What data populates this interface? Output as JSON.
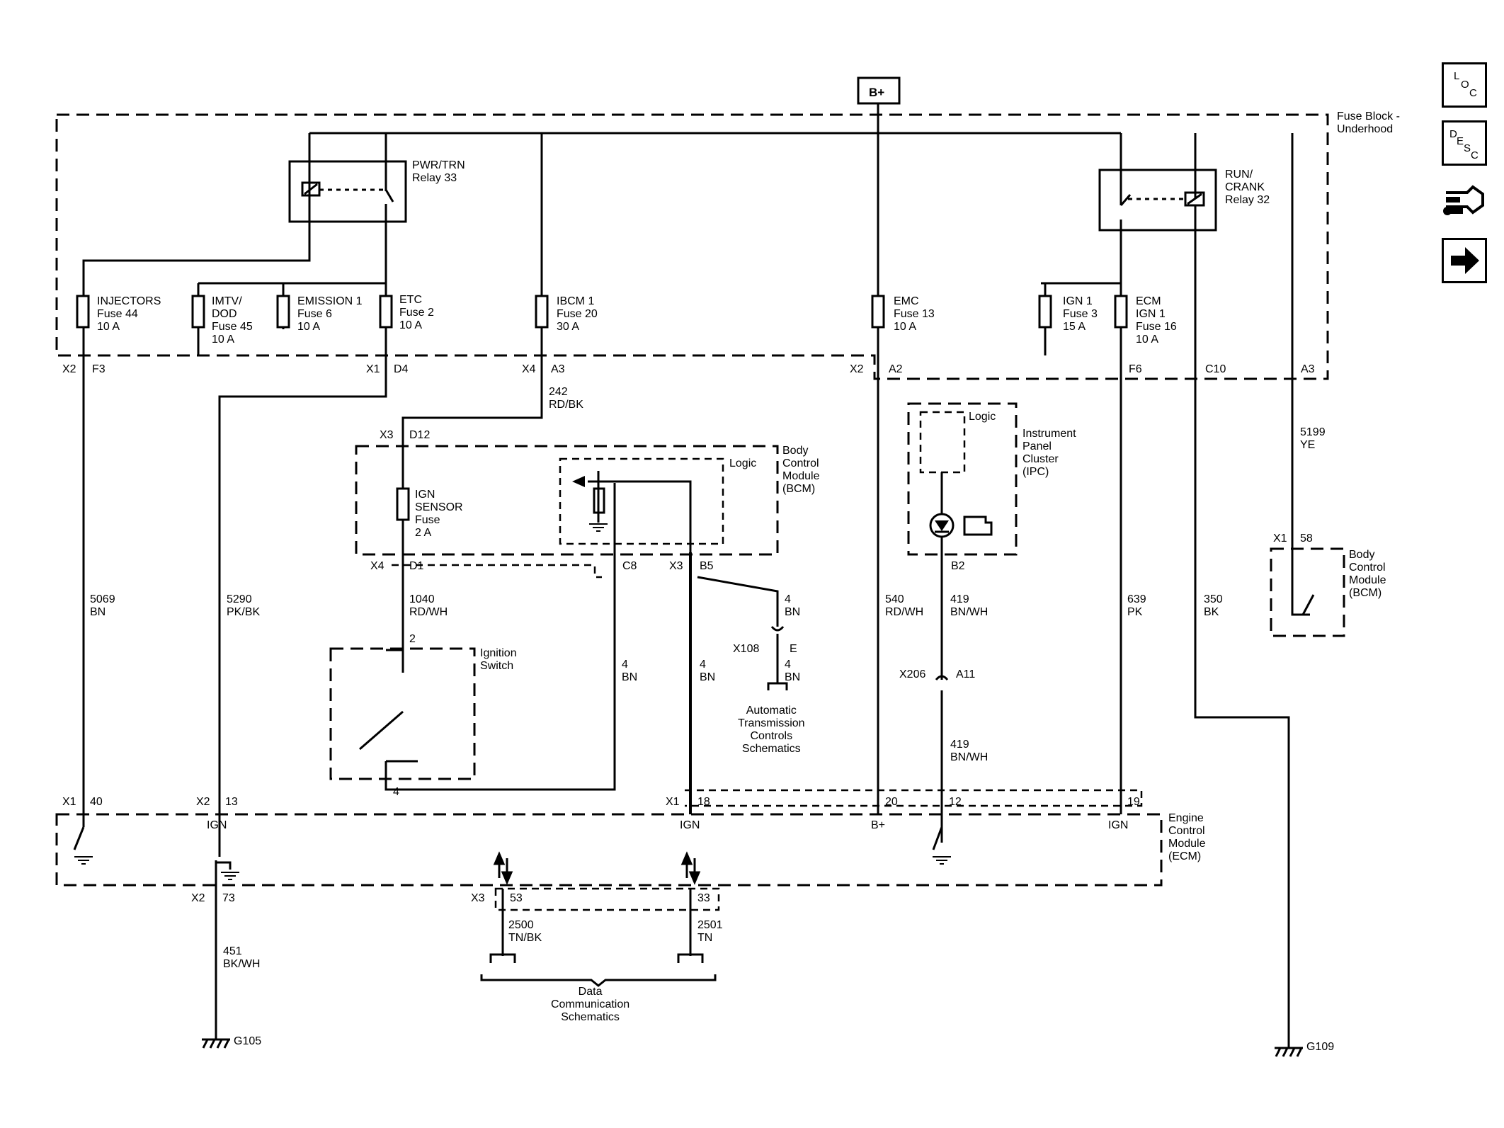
{
  "title_box": "B+",
  "fuse_block": "Fuse Block -\nUnderhood",
  "relays": {
    "pwr": "PWR/TRN\nRelay 33",
    "run": "RUN/\nCRANK\nRelay 32"
  },
  "fuses": {
    "injectors": "INJECTORS\nFuse 44\n10 A",
    "imtv": "IMTV/\nDOD\nFuse 45\n10 A",
    "emission": "EMISSION 1\nFuse 6\n10 A",
    "etc": "ETC\nFuse 2\n10 A",
    "ibcm": "IBCM 1\nFuse 20\n30 A",
    "emc": "EMC\nFuse 13\n10 A",
    "ign1": "IGN 1\nFuse 3\n15 A",
    "ecm": "ECM\nIGN 1\nFuse 16\n10 A",
    "ign_sensor": "IGN\nSENSOR\nFuse\n2 A"
  },
  "connectors": {
    "x2_f3": "X2",
    "f3": "F3",
    "x1_d4": "X1",
    "d4": "D4",
    "x4_a3": "X4",
    "a3": "A3",
    "x2_a2": "X2",
    "a2": "A2",
    "f6": "F6",
    "c10": "C10",
    "a3b": "A3",
    "x3_d12": "X3",
    "d12": "D12",
    "x4_d1": "X4",
    "d1": "D1",
    "c8": "C8",
    "x3_b5": "X3",
    "b5": "B5",
    "b2": "B2",
    "x206": "X206",
    "a11": "A11",
    "x108": "X108",
    "e": "E",
    "x1_58": "X1",
    "p58": "58",
    "p2": "2",
    "p4": "4",
    "x1_40": "X1",
    "p40": "40",
    "x2_13": "X2",
    "p13": "13",
    "x1_18": "X1",
    "p18": "18",
    "p20": "20",
    "p12": "12",
    "p19": "19",
    "x2_73": "X2",
    "p73": "73",
    "x3_53": "X3",
    "p53": "53",
    "p33": "33"
  },
  "wires": {
    "w242": "242\nRD/BK",
    "w5069": "5069\nBN",
    "w5290": "5290\nPK/BK",
    "w1040": "1040\nRD/WH",
    "w4a": "4\nBN",
    "w4b": "4\nBN",
    "w4c": "4\nBN",
    "w4d": "4\nBN",
    "w540": "540\nRD/WH",
    "w419a": "419\nBN/WH",
    "w419b": "419\nBN/WH",
    "w639": "639\nPK",
    "w350": "350\nBK",
    "w5199": "5199\nYE",
    "w451": "451\nBK/WH",
    "w2500": "2500\nTN/BK",
    "w2501": "2501\nTN"
  },
  "modules": {
    "bcm": "Body\nControl\nModule\n(BCM)",
    "bcm_logic": "Logic",
    "ipc": "Instrument\nPanel\nCluster\n(IPC)",
    "ipc_logic": "Logic",
    "ign_switch": "Ignition\nSwitch",
    "ecm": "Engine\nControl\nModule\n(ECM)",
    "bcm2": "Body\nControl\nModule\n(BCM)",
    "ecm_ign1": "IGN",
    "ecm_ign2": "IGN",
    "ecm_bplus": "B+",
    "ecm_ign3": "IGN"
  },
  "references": {
    "ats": "Automatic\nTransmission\nControls\nSchematics",
    "dcs": "Data\nCommunication\nSchematics"
  },
  "grounds": {
    "g105": "G105",
    "g109": "G109"
  },
  "side_buttons": {
    "loc": [
      "L",
      "O",
      "C"
    ],
    "desc": [
      "D",
      "E",
      "S",
      "C"
    ]
  }
}
